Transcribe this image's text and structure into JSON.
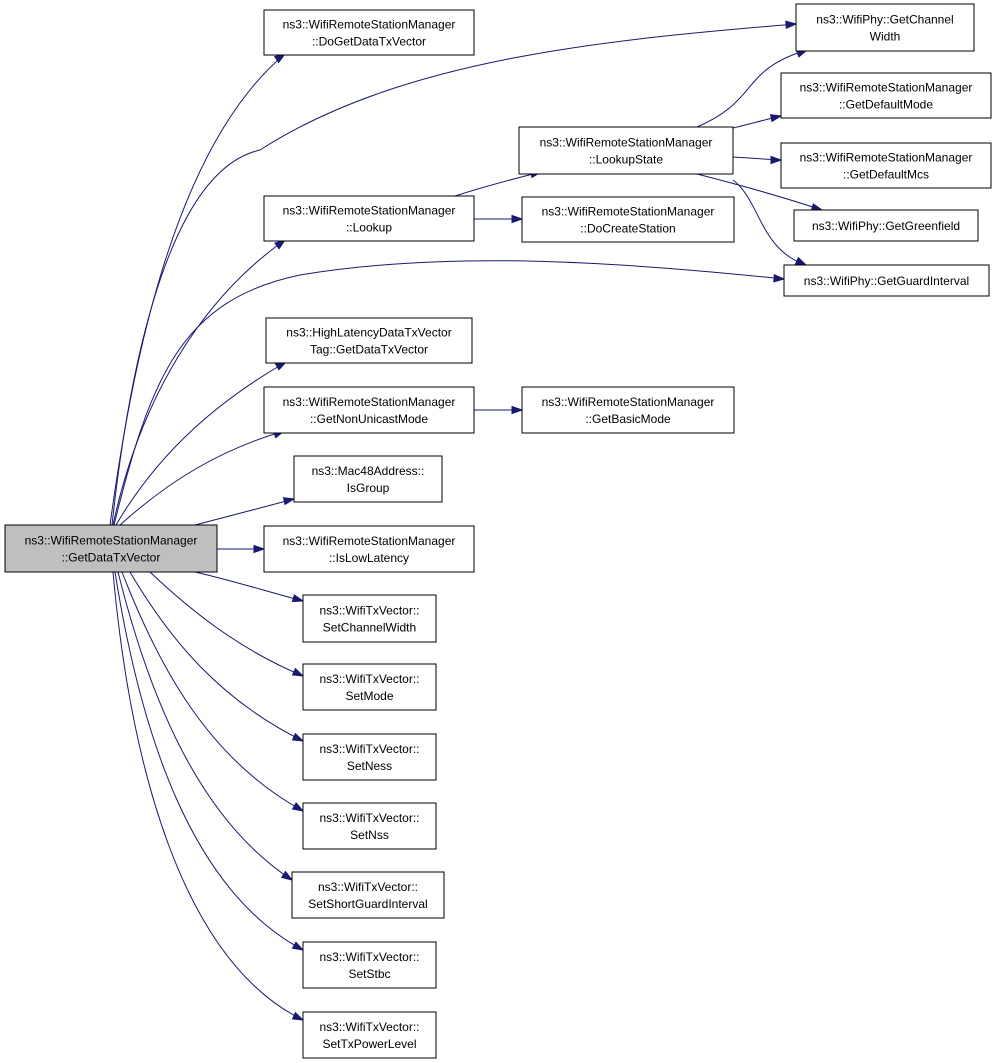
{
  "graph": {
    "edge_color": "#191970",
    "root_fill": "#bfbfbf",
    "node_fill": "#ffffff",
    "nodes": [
      {
        "id": "root",
        "lines": [
          "ns3::WifiRemoteStationManager",
          "::GetDataTxVector"
        ],
        "highlighted": true
      },
      {
        "id": "doGetDataTxVector",
        "lines": [
          "ns3::WifiRemoteStationManager",
          "::DoGetDataTxVector"
        ]
      },
      {
        "id": "getChannelWidth",
        "lines": [
          "ns3::WifiPhy::GetChannel",
          "Width"
        ]
      },
      {
        "id": "lookupState",
        "lines": [
          "ns3::WifiRemoteStationManager",
          "::LookupState"
        ]
      },
      {
        "id": "getDefaultMode",
        "lines": [
          "ns3::WifiRemoteStationManager",
          "::GetDefaultMode"
        ]
      },
      {
        "id": "getDefaultMcs",
        "lines": [
          "ns3::WifiRemoteStationManager",
          "::GetDefaultMcs"
        ]
      },
      {
        "id": "lookup",
        "lines": [
          "ns3::WifiRemoteStationManager",
          "::Lookup"
        ]
      },
      {
        "id": "doCreateStation",
        "lines": [
          "ns3::WifiRemoteStationManager",
          "::DoCreateStation"
        ]
      },
      {
        "id": "getGreenfield",
        "lines": [
          "ns3::WifiPhy::GetGreenfield"
        ]
      },
      {
        "id": "getGuardInterval",
        "lines": [
          "ns3::WifiPhy::GetGuardInterval"
        ]
      },
      {
        "id": "highLatencyTag",
        "lines": [
          "ns3::HighLatencyDataTxVector",
          "Tag::GetDataTxVector"
        ]
      },
      {
        "id": "getNonUnicastMode",
        "lines": [
          "ns3::WifiRemoteStationManager",
          "::GetNonUnicastMode"
        ]
      },
      {
        "id": "getBasicMode",
        "lines": [
          "ns3::WifiRemoteStationManager",
          "::GetBasicMode"
        ]
      },
      {
        "id": "isGroup",
        "lines": [
          "ns3::Mac48Address::",
          "IsGroup"
        ]
      },
      {
        "id": "isLowLatency",
        "lines": [
          "ns3::WifiRemoteStationManager",
          "::IsLowLatency"
        ]
      },
      {
        "id": "setChannelWidth",
        "lines": [
          "ns3::WifiTxVector::",
          "SetChannelWidth"
        ]
      },
      {
        "id": "setMode",
        "lines": [
          "ns3::WifiTxVector::",
          "SetMode"
        ]
      },
      {
        "id": "setNess",
        "lines": [
          "ns3::WifiTxVector::",
          "SetNess"
        ]
      },
      {
        "id": "setNss",
        "lines": [
          "ns3::WifiTxVector::",
          "SetNss"
        ]
      },
      {
        "id": "setShortGuardInterval",
        "lines": [
          "ns3::WifiTxVector::",
          "SetShortGuardInterval"
        ]
      },
      {
        "id": "setStbc",
        "lines": [
          "ns3::WifiTxVector::",
          "SetStbc"
        ]
      },
      {
        "id": "setTxPowerLevel",
        "lines": [
          "ns3::WifiTxVector::",
          "SetTxPowerLevel"
        ]
      }
    ],
    "edges": [
      {
        "from": "root",
        "to": "doGetDataTxVector"
      },
      {
        "from": "root",
        "to": "getChannelWidth"
      },
      {
        "from": "root",
        "to": "lookup"
      },
      {
        "from": "root",
        "to": "getGuardInterval"
      },
      {
        "from": "root",
        "to": "highLatencyTag"
      },
      {
        "from": "root",
        "to": "getNonUnicastMode"
      },
      {
        "from": "root",
        "to": "isGroup"
      },
      {
        "from": "root",
        "to": "isLowLatency"
      },
      {
        "from": "root",
        "to": "setChannelWidth"
      },
      {
        "from": "root",
        "to": "setMode"
      },
      {
        "from": "root",
        "to": "setNess"
      },
      {
        "from": "root",
        "to": "setNss"
      },
      {
        "from": "root",
        "to": "setShortGuardInterval"
      },
      {
        "from": "root",
        "to": "setStbc"
      },
      {
        "from": "root",
        "to": "setTxPowerLevel"
      },
      {
        "from": "lookup",
        "to": "lookupState"
      },
      {
        "from": "lookup",
        "to": "doCreateStation"
      },
      {
        "from": "lookupState",
        "to": "getChannelWidth"
      },
      {
        "from": "lookupState",
        "to": "getDefaultMode"
      },
      {
        "from": "lookupState",
        "to": "getDefaultMcs"
      },
      {
        "from": "lookupState",
        "to": "getGreenfield"
      },
      {
        "from": "lookupState",
        "to": "getGuardInterval"
      },
      {
        "from": "getNonUnicastMode",
        "to": "getBasicMode"
      }
    ]
  }
}
